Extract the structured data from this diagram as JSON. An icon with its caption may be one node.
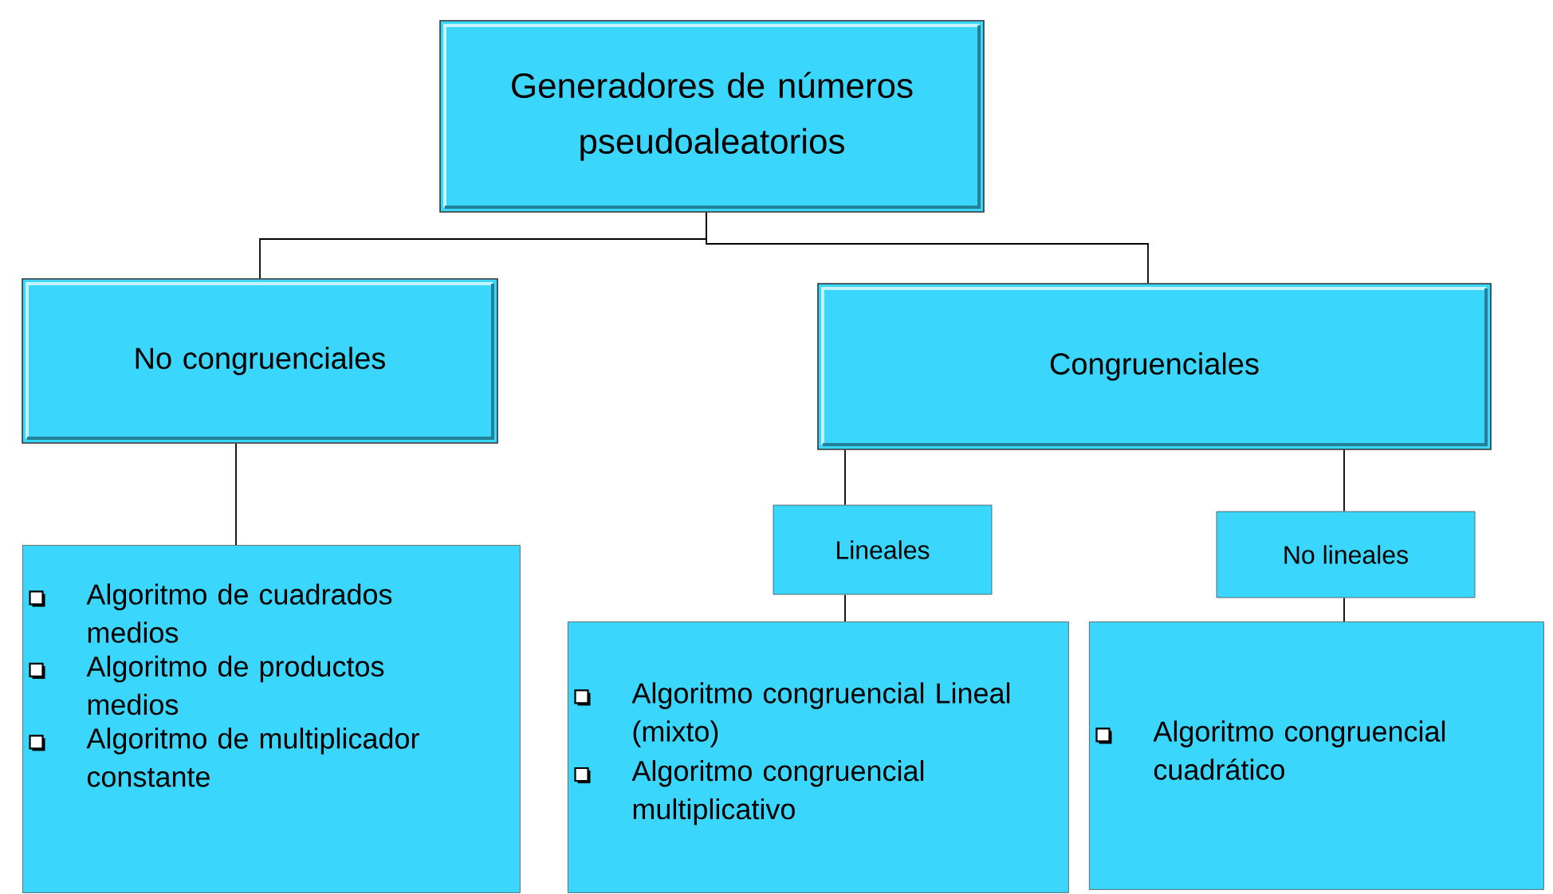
{
  "diagram": {
    "nodes": [
      {
        "text": [
          "Generadores de números pseudoaleatorios"
        ]
      },
      {
        "text": [
          "No congruenciales"
        ]
      },
      {
        "text": [
          "Congruenciales"
        ]
      },
      {
        "text": [
          "Lineales"
        ]
      },
      {
        "text": [
          "No lineales"
        ]
      },
      {
        "text": [
          "Algoritmo de cuadrados medios",
          "Algoritmo de productos medios",
          "Algoritmo de multiplicador constante"
        ]
      },
      {
        "text": [
          "Algoritmo congruencial Lineal (mixto)",
          "Algoritmo congruencial multiplicativo"
        ]
      },
      {
        "text": [
          "Algoritmo congruencial cuadrático"
        ]
      }
    ],
    "edges": [
      {
        "from": 0,
        "to": 1,
        "arrow": "none"
      },
      {
        "from": 0,
        "to": 2,
        "arrow": "none"
      },
      {
        "from": 1,
        "to": 5,
        "arrow": "none"
      },
      {
        "from": 2,
        "to": 3,
        "arrow": "none"
      },
      {
        "from": 2,
        "to": 4,
        "arrow": "none"
      },
      {
        "from": 3,
        "to": 6,
        "arrow": "none"
      },
      {
        "from": 4,
        "to": 7,
        "arrow": "none"
      }
    ]
  }
}
